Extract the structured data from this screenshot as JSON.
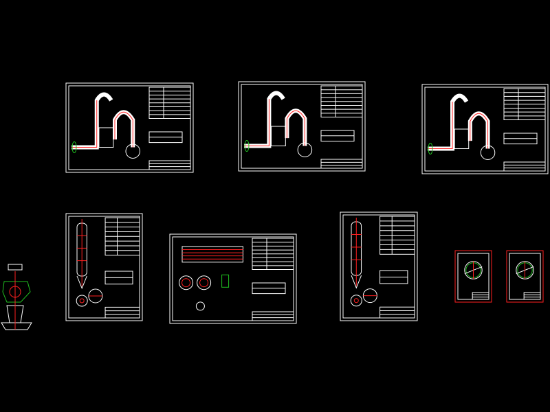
{
  "canvas": {
    "background": "#000000"
  },
  "colors": {
    "line": "#ffffff",
    "accent": "#ff2020",
    "highlight": "#20c020"
  },
  "sheets": [
    {
      "kind": "piping-layout"
    },
    {
      "kind": "piping-layout"
    },
    {
      "kind": "piping-layout"
    },
    {
      "kind": "vertical-vessel"
    },
    {
      "kind": "horizontal-exchanger"
    },
    {
      "kind": "vertical-vessel"
    },
    {
      "kind": "flange-detail"
    },
    {
      "kind": "flange-detail"
    }
  ]
}
